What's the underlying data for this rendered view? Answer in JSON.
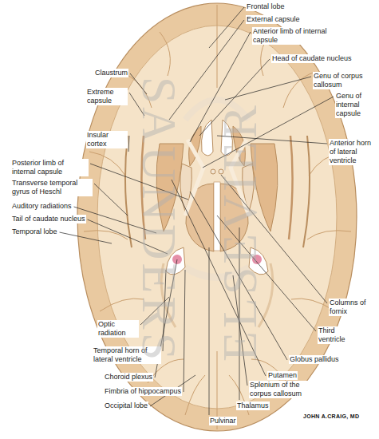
{
  "diagram": {
    "labels": [
      "Frontal lobe",
      "External capsule",
      "Anterior limb of internal capsule",
      "Head of caudate nucleus",
      "Claustrum",
      "Genu of corpus callosum",
      "Extreme capsule",
      "Genu of internal capsule",
      "Insular cortex",
      "Anterior horn of lateral ventricle",
      "Posterior limb of internal capsule",
      "Transverse temporal gyrus of Heschl",
      "Auditory radiations",
      "Tail of caudate nucleus",
      "Temporal lobe",
      "Columns of fornix",
      "Optic radiation",
      "Third ventricle",
      "Temporal horn of lateral ventricle",
      "Globus pallidus",
      "Choroid plexus",
      "Putamen",
      "Splenium of the corpus callosum",
      "Fimbria of hippocampus",
      "Occipital lobe",
      "Thalamus",
      "Pulvinar",
      "SAUNDERS",
      "ELSEVIER",
      "JOHN A.CRAIG, MD"
    ]
  }
}
